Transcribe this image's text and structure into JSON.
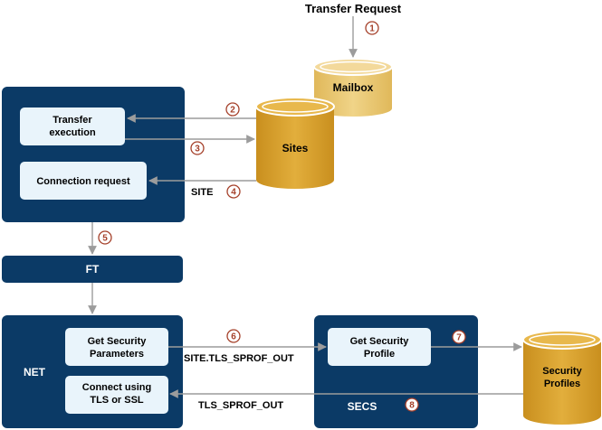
{
  "title": "Transfer Request",
  "colors": {
    "navy": "#0b3a66",
    "box": "#e9f4fb",
    "gold": "#d9a32f",
    "gold_light": "#e8c46a",
    "arrow": "#9c9c9c",
    "step": "#a5402a"
  },
  "cylinders": {
    "mailbox": "Mailbox",
    "sites": "Sites",
    "security_profiles": [
      "Security",
      "Profiles"
    ]
  },
  "boxes": {
    "transfer_execution": [
      "Transfer",
      "execution"
    ],
    "connection_request": "Connection request",
    "ft": "FT",
    "net": "NET",
    "get_security_parameters": [
      "Get Security",
      "Parameters"
    ],
    "connect_using": [
      "Connect using",
      "TLS or SSL"
    ],
    "get_security_profile": [
      "Get Security",
      "Profile"
    ],
    "secs": "SECS"
  },
  "edge_labels": {
    "site": "SITE",
    "site_tls_sprof_out": "SITE.TLS_SPROF_OUT",
    "tls_sprof_out": "TLS_SPROF_OUT"
  },
  "steps": [
    "1",
    "2",
    "3",
    "4",
    "5",
    "6",
    "7",
    "8"
  ]
}
